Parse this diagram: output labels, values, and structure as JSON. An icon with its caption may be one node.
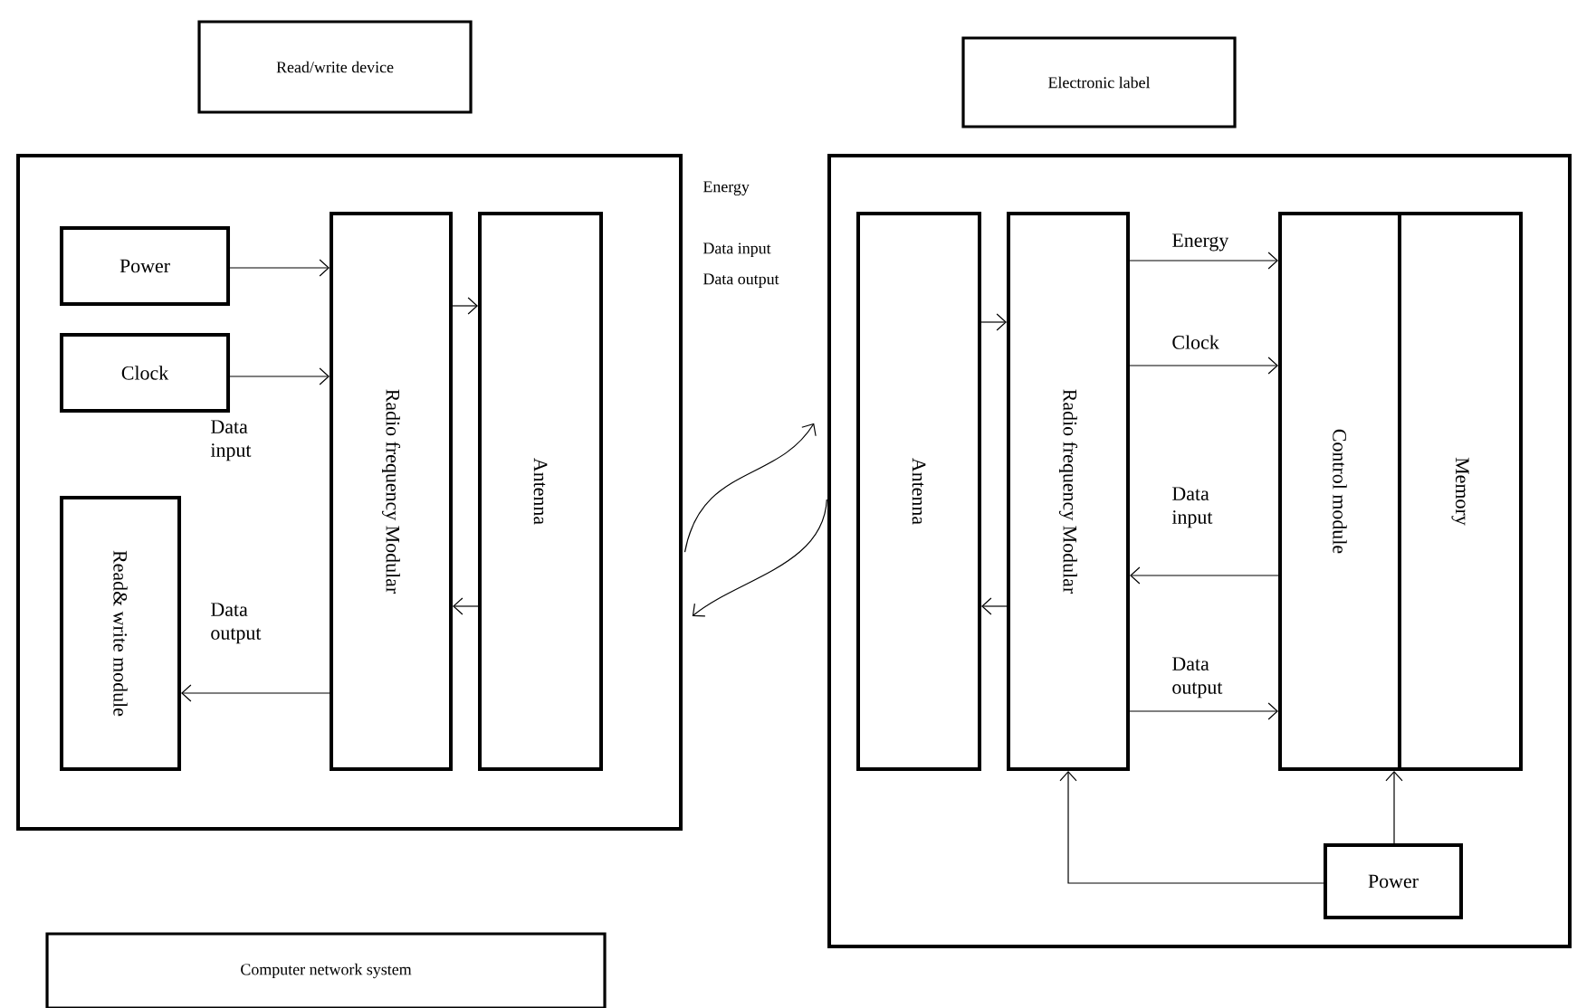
{
  "diagram": {
    "nodes": [
      {
        "text": [
          "Read/write device"
        ]
      },
      {
        "text": [],
        "shape": "box"
      },
      {
        "text": [
          "Power"
        ],
        "in": 1
      },
      {
        "text": [
          "Clock"
        ],
        "in": 1
      },
      {
        "text": [
          "Read& write module"
        ],
        "in": 1
      },
      {
        "text": [
          "Radio frequency Modular"
        ],
        "in": 1
      },
      {
        "text": [
          "Antenna"
        ],
        "in": 1
      },
      {
        "text": [
          "Electronic label"
        ]
      },
      {
        "text": [],
        "shape": "box"
      },
      {
        "text": [
          "Antenna"
        ],
        "in": 8
      },
      {
        "text": [
          "Radio frequency Modular"
        ],
        "in": 8
      },
      {
        "text": [
          "Control module"
        ],
        "in": 8
      },
      {
        "text": [
          "Memory"
        ],
        "in": 8
      },
      {
        "text": [
          "Power"
        ],
        "in": 8
      },
      {
        "text": [
          "Computer network system"
        ]
      }
    ],
    "edges": [
      {
        "from": 2,
        "to": 5,
        "arrow": "to"
      },
      {
        "from": 3,
        "to": 5,
        "arrow": "to"
      },
      {
        "from": 5,
        "to": 6,
        "arrow": "to"
      },
      {
        "from": 6,
        "to": 5,
        "arrow": "to"
      },
      {
        "from": 5,
        "to": 4,
        "arrow": "to"
      },
      {
        "from": 1,
        "to": 8,
        "arrow": "to"
      },
      {
        "from": 8,
        "to": 1,
        "arrow": "to"
      },
      {
        "from": 9,
        "to": 10,
        "arrow": "to"
      },
      {
        "from": 10,
        "to": 9,
        "arrow": "to"
      },
      {
        "from": 10,
        "to": 11,
        "arrow": "to",
        "label": "Energy"
      },
      {
        "from": 10,
        "to": 11,
        "arrow": "to",
        "label": "Clock"
      },
      {
        "from": 11,
        "to": 10,
        "arrow": "to",
        "label": "Data input"
      },
      {
        "from": 10,
        "to": 11,
        "arrow": "to",
        "label": "Data output"
      },
      {
        "from": 13,
        "to": 10,
        "arrow": "to"
      },
      {
        "from": 13,
        "to": 11,
        "arrow": "to"
      }
    ],
    "labels": [
      "Data input",
      "Data output",
      "Energy",
      "Data input",
      "Data output"
    ]
  }
}
